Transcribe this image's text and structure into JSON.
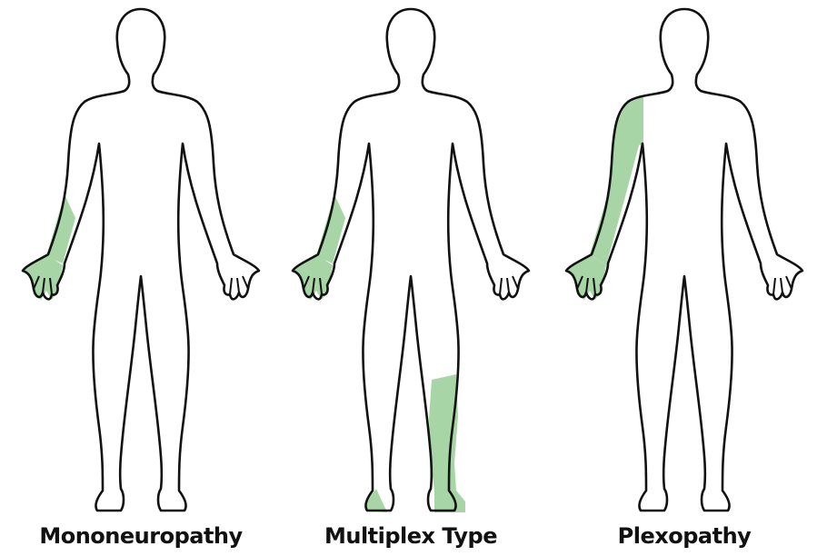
{
  "colors": {
    "affected": "#A8D5A6",
    "outline": "#111111",
    "skin": "#ffffff",
    "label": "#111111"
  },
  "figures": [
    {
      "label": "Mononeuropathy",
      "affected_regions": [
        "right-forearm-distal",
        "right-hand"
      ]
    },
    {
      "label": "Multiplex Type",
      "affected_regions": [
        "right-forearm-distal",
        "right-hand",
        "left-lower-leg",
        "right-foot-partial"
      ]
    },
    {
      "label": "Plexopathy",
      "affected_regions": [
        "right-shoulder",
        "right-upper-arm",
        "right-forearm",
        "right-hand"
      ]
    }
  ]
}
